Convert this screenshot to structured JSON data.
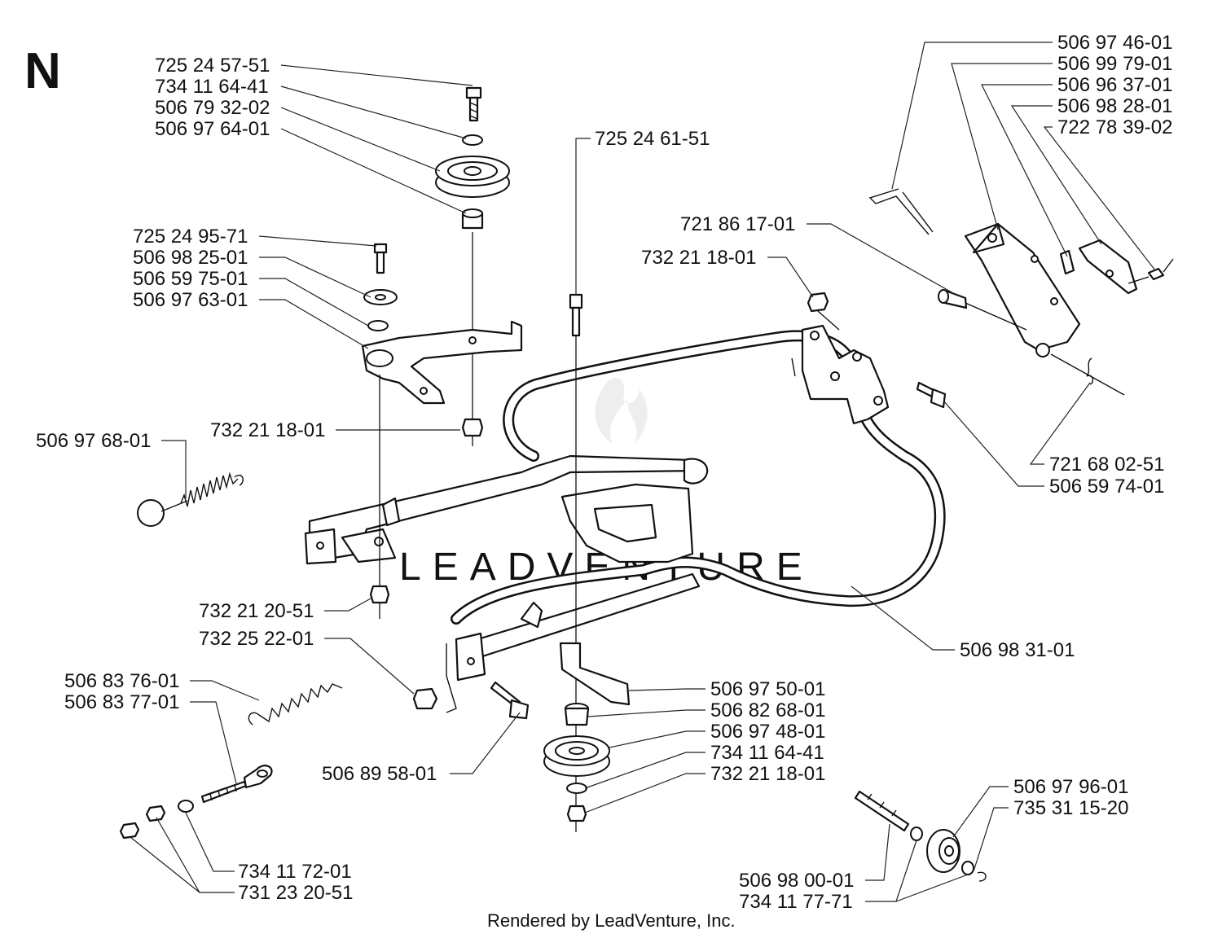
{
  "diagram": {
    "section_letter": "N",
    "watermark": "LEADVENTURE",
    "footer": "Rendered by LeadVenture, Inc.",
    "part_labels": [
      {
        "id": "a1",
        "text": "725 24 57-51"
      },
      {
        "id": "a2",
        "text": "734 11 64-41"
      },
      {
        "id": "a3",
        "text": "506 79 32-02"
      },
      {
        "id": "a4",
        "text": "506 97 64-01"
      },
      {
        "id": "b1",
        "text": "725 24 95-71"
      },
      {
        "id": "b2",
        "text": "506 98 25-01"
      },
      {
        "id": "b3",
        "text": "506 59 75-01"
      },
      {
        "id": "b4",
        "text": "506 97 63-01"
      },
      {
        "id": "c1",
        "text": "725 24 61-51"
      },
      {
        "id": "c2",
        "text": "732 21 18-01"
      },
      {
        "id": "c3",
        "text": "506 97 68-01"
      },
      {
        "id": "c4",
        "text": "732 21 20-51"
      },
      {
        "id": "c5",
        "text": "732 25 22-01"
      },
      {
        "id": "d1",
        "text": "506 83 76-01"
      },
      {
        "id": "d2",
        "text": "506 83 77-01"
      },
      {
        "id": "d3",
        "text": "506 89 58-01"
      },
      {
        "id": "d4",
        "text": "734 11 72-01"
      },
      {
        "id": "d5",
        "text": "731 23 20-51"
      },
      {
        "id": "e1",
        "text": "506 97 46-01"
      },
      {
        "id": "e2",
        "text": "506 99 79-01"
      },
      {
        "id": "e3",
        "text": "506 96 37-01"
      },
      {
        "id": "e4",
        "text": "506 98 28-01"
      },
      {
        "id": "e5",
        "text": "722 78 39-02"
      },
      {
        "id": "f1",
        "text": "721 86 17-01"
      },
      {
        "id": "f2",
        "text": "732 21 18-01"
      },
      {
        "id": "f3",
        "text": "721 68 02-51"
      },
      {
        "id": "f4",
        "text": "506 59 74-01"
      },
      {
        "id": "f5",
        "text": "506 98 31-01"
      },
      {
        "id": "g1",
        "text": "506 97 50-01"
      },
      {
        "id": "g2",
        "text": "506 82 68-01"
      },
      {
        "id": "g3",
        "text": "506 97 48-01"
      },
      {
        "id": "g4",
        "text": "734 11 64-41"
      },
      {
        "id": "g5",
        "text": "732 21 18-01"
      },
      {
        "id": "h1",
        "text": "506 97 96-01"
      },
      {
        "id": "h2",
        "text": "735 31 15-20"
      },
      {
        "id": "h3",
        "text": "506 98 00-01"
      },
      {
        "id": "h4",
        "text": "734 11 77-71"
      }
    ]
  }
}
